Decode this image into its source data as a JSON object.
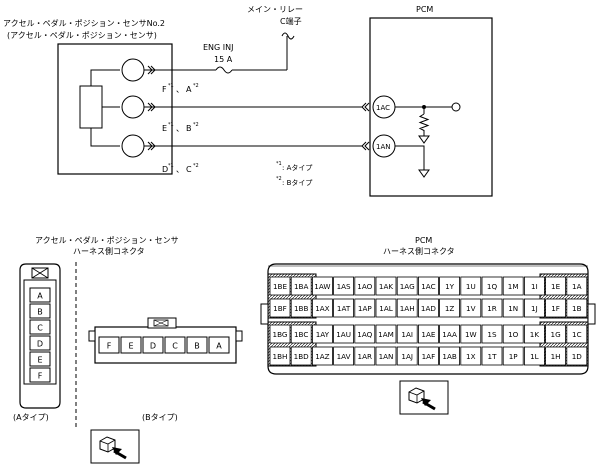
{
  "wiring": {
    "sensor_title_line1": "アクセル・ペダル・ポジション・センサNo.2",
    "sensor_title_line2": "(アクセル・ペダル・ポジション・センサ)",
    "relay_label_line1": "メイン・リレー",
    "relay_label_line2": "C端子",
    "fuse_label_line1": "ENG INJ",
    "fuse_label_line2": "15 A",
    "pcm_label": "PCM",
    "term_1ac": "1AC",
    "term_1an": "1AN",
    "pin_f": "F",
    "pin_a": "A",
    "pin_e": "E",
    "pin_b": "B",
    "pin_d": "D",
    "pin_c": "C",
    "sep": "、",
    "mark1": "*1",
    "mark2": "*2",
    "note1_mark": "*1",
    "note1_text": ": Aタイプ",
    "note2_mark": "*2",
    "note2_text": ": Bタイプ"
  },
  "sensor_connector": {
    "title_line1": "アクセル・ペダル・ポジション・センサ",
    "title_line2": "ハーネス側コネクタ",
    "type_a_pins": [
      "A",
      "B",
      "C",
      "D",
      "E",
      "F"
    ],
    "type_b_pins": [
      "F",
      "E",
      "D",
      "C",
      "B",
      "A"
    ],
    "type_a_label": "(Aタイプ)",
    "type_b_label": "(Bタイプ)"
  },
  "pcm_connector": {
    "title_line1": "PCM",
    "title_line2": "ハーネス側コネクタ",
    "rows": [
      [
        "1BE",
        "1BA",
        "1AW",
        "1AS",
        "1AO",
        "1AK",
        "1AG",
        "1AC",
        "1Y",
        "1U",
        "1Q",
        "1M",
        "1I",
        "1E",
        "1A"
      ],
      [
        "1BF",
        "1BB",
        "1AX",
        "1AT",
        "1AP",
        "1AL",
        "1AH",
        "1AD",
        "1Z",
        "1V",
        "1R",
        "1N",
        "1J",
        "1F",
        "1B"
      ],
      [
        "1BG",
        "1BC",
        "1AY",
        "1AU",
        "1AQ",
        "1AM",
        "1AI",
        "1AE",
        "1AA",
        "1W",
        "1S",
        "1O",
        "1K",
        "1G",
        "1C"
      ],
      [
        "1BH",
        "1BD",
        "1AZ",
        "1AV",
        "1AR",
        "1AN",
        "1AJ",
        "1AF",
        "1AB",
        "1X",
        "1T",
        "1P",
        "1L",
        "1H",
        "1D"
      ]
    ]
  }
}
